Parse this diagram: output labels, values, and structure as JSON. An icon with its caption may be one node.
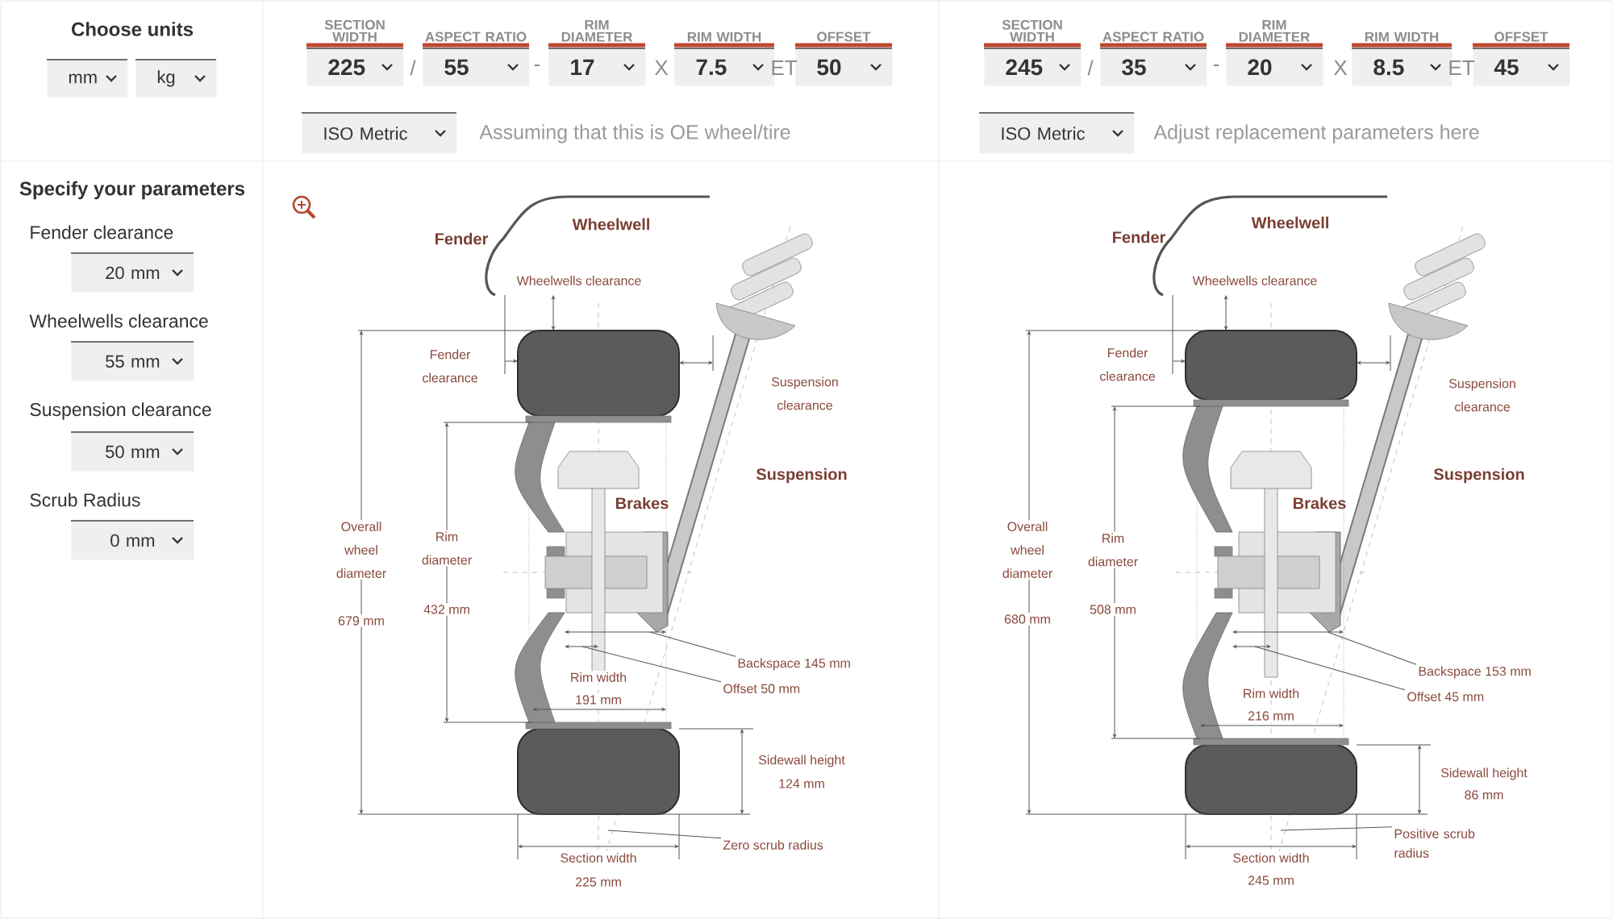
{
  "diagram": {
    "nodes": [
      {
        "text": [
          "mm"
        ]
      },
      {
        "text": [
          "kg"
        ]
      },
      {
        "text": [
          "SECTION WIDTH",
          "225"
        ]
      },
      {
        "text": [
          "ASPECT RATIO",
          "55"
        ]
      },
      {
        "text": [
          "RIM DIAMETER",
          "17"
        ]
      },
      {
        "text": [
          "RIM WIDTH",
          "7.5"
        ]
      },
      {
        "text": [
          "OFFSET",
          "50"
        ]
      },
      {
        "text": [
          "ISO Metric"
        ]
      },
      {
        "text": [
          "SECTION WIDTH",
          "245"
        ]
      },
      {
        "text": [
          "ASPECT RATIO",
          "35"
        ]
      },
      {
        "text": [
          "RIM DIAMETER",
          "20"
        ]
      },
      {
        "text": [
          "RIM WIDTH",
          "8.5"
        ]
      },
      {
        "text": [
          "OFFSET",
          "45"
        ]
      },
      {
        "text": [
          "ISO Metric"
        ]
      },
      {
        "text": [
          "Fender clearance",
          "20 mm"
        ]
      },
      {
        "text": [
          "Wheelwells clearance",
          "55 mm"
        ]
      },
      {
        "text": [
          "Suspension clearance",
          "50 mm"
        ]
      },
      {
        "text": [
          "Scrub Radius",
          "0 mm"
        ]
      },
      {
        "text": [
          "Backspace 145 mm"
        ]
      },
      {
        "text": [
          "Offset 50 mm"
        ]
      },
      {
        "text": [
          "Zero scrub radius"
        ]
      },
      {
        "text": [
          "Backspace 153 mm"
        ]
      },
      {
        "text": [
          "Offset 45 mm"
        ]
      },
      {
        "text": [
          "Positive scrub radius"
        ]
      }
    ],
    "edges": [
      {
        "from": 18,
        "to": null,
        "arrow": "none"
      },
      {
        "from": 19,
        "to": null,
        "arrow": "none"
      },
      {
        "from": 20,
        "to": null,
        "arrow": "none"
      },
      {
        "from": 21,
        "to": null,
        "arrow": "none"
      },
      {
        "from": 22,
        "to": null,
        "arrow": "none"
      },
      {
        "from": 23,
        "to": null,
        "arrow": "none"
      }
    ],
    "labels": [
      "Choose units",
      "/",
      "-",
      "X",
      "ET",
      "Assuming that this is OE wheel/tire",
      "/",
      "-",
      "X",
      "ET",
      "Adjust replacement parameters here",
      "Specify your parameters",
      "Fender",
      "Wheelwell",
      "Wheelwells clearance",
      "Fender clearance",
      "Suspension clearance",
      "Suspension",
      "Brakes",
      "Overall wheel diameter",
      "679 mm",
      "Rim diameter",
      "432 mm",
      "Rim width",
      "191 mm",
      "Sidewall height",
      "124 mm",
      "Section width",
      "225 mm",
      "Fender",
      "Wheelwell",
      "Wheelwells clearance",
      "Fender clearance",
      "Suspension clearance",
      "Suspension",
      "Brakes",
      "Overall wheel diameter",
      "680 mm",
      "Rim diameter",
      "508 mm",
      "Rim width",
      "216 mm",
      "Sidewall height",
      "86 mm",
      "Section width",
      "245 mm"
    ]
  }
}
